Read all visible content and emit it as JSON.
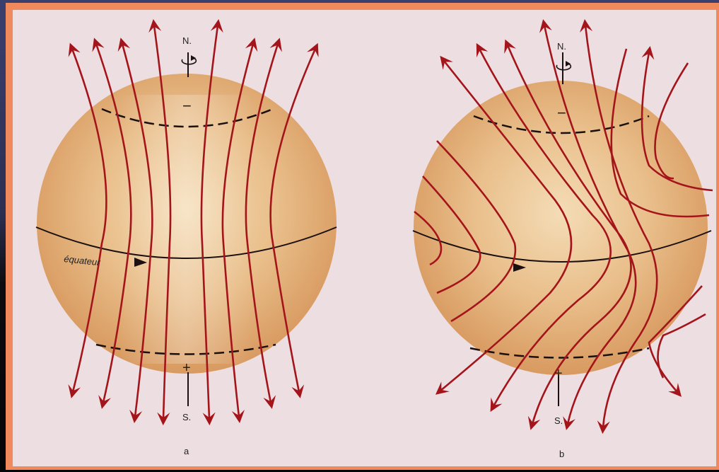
{
  "colors": {
    "frame": "#f08a5d",
    "panel": "#eddfe1",
    "sphere_light": "#f3d9b4",
    "sphere_dark": "#dd9f63",
    "field_line": "#a4141b",
    "equator": "#1a1010"
  },
  "labels": {
    "north": "N.",
    "south": "S.",
    "minus": "−",
    "plus": "+",
    "equator": "équateur",
    "panel_a": "a",
    "panel_b": "b"
  }
}
